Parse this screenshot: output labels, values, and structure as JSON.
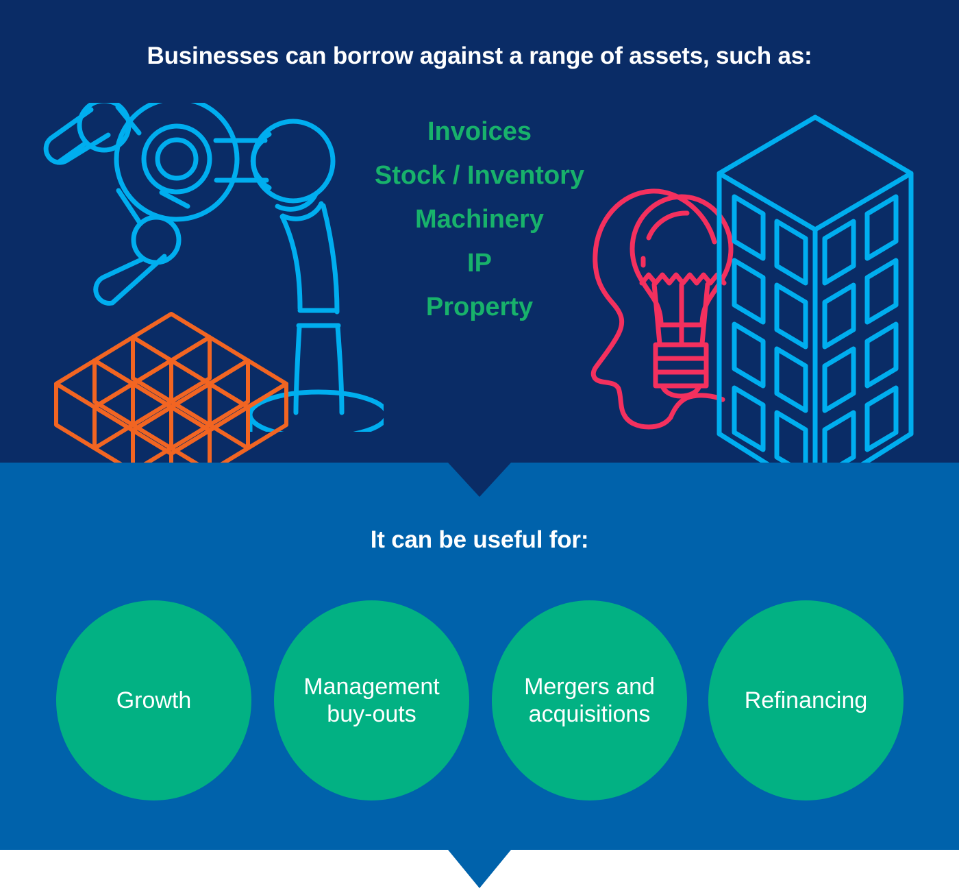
{
  "colors": {
    "navy": "#0a2c66",
    "blue": "#0062ab",
    "green_text": "#18b26b",
    "green_circle": "#02b183",
    "cyan": "#00aeef",
    "orange": "#f26522",
    "pink": "#f4305e",
    "white": "#ffffff"
  },
  "top_section": {
    "headline": "Businesses can borrow against a range of assets, such as:",
    "assets": [
      "Invoices",
      "Stock / Inventory",
      "Machinery",
      "IP",
      "Property"
    ],
    "illustrations": [
      {
        "name": "robot-arm",
        "meaning": "Machinery",
        "color": "#00aeef"
      },
      {
        "name": "stacked-cubes",
        "meaning": "Stock / Inventory",
        "color": "#f26522"
      },
      {
        "name": "lightbulb-head",
        "meaning": "IP",
        "color": "#f4305e"
      },
      {
        "name": "office-building",
        "meaning": "Property",
        "color": "#00aeef"
      }
    ]
  },
  "middle_section": {
    "headline": "It can be useful for:",
    "uses": [
      {
        "label": "Growth"
      },
      {
        "label": "Management\nbuy-outs"
      },
      {
        "label": "Mergers and\nacquisitions"
      },
      {
        "label": "Refinancing"
      }
    ]
  }
}
